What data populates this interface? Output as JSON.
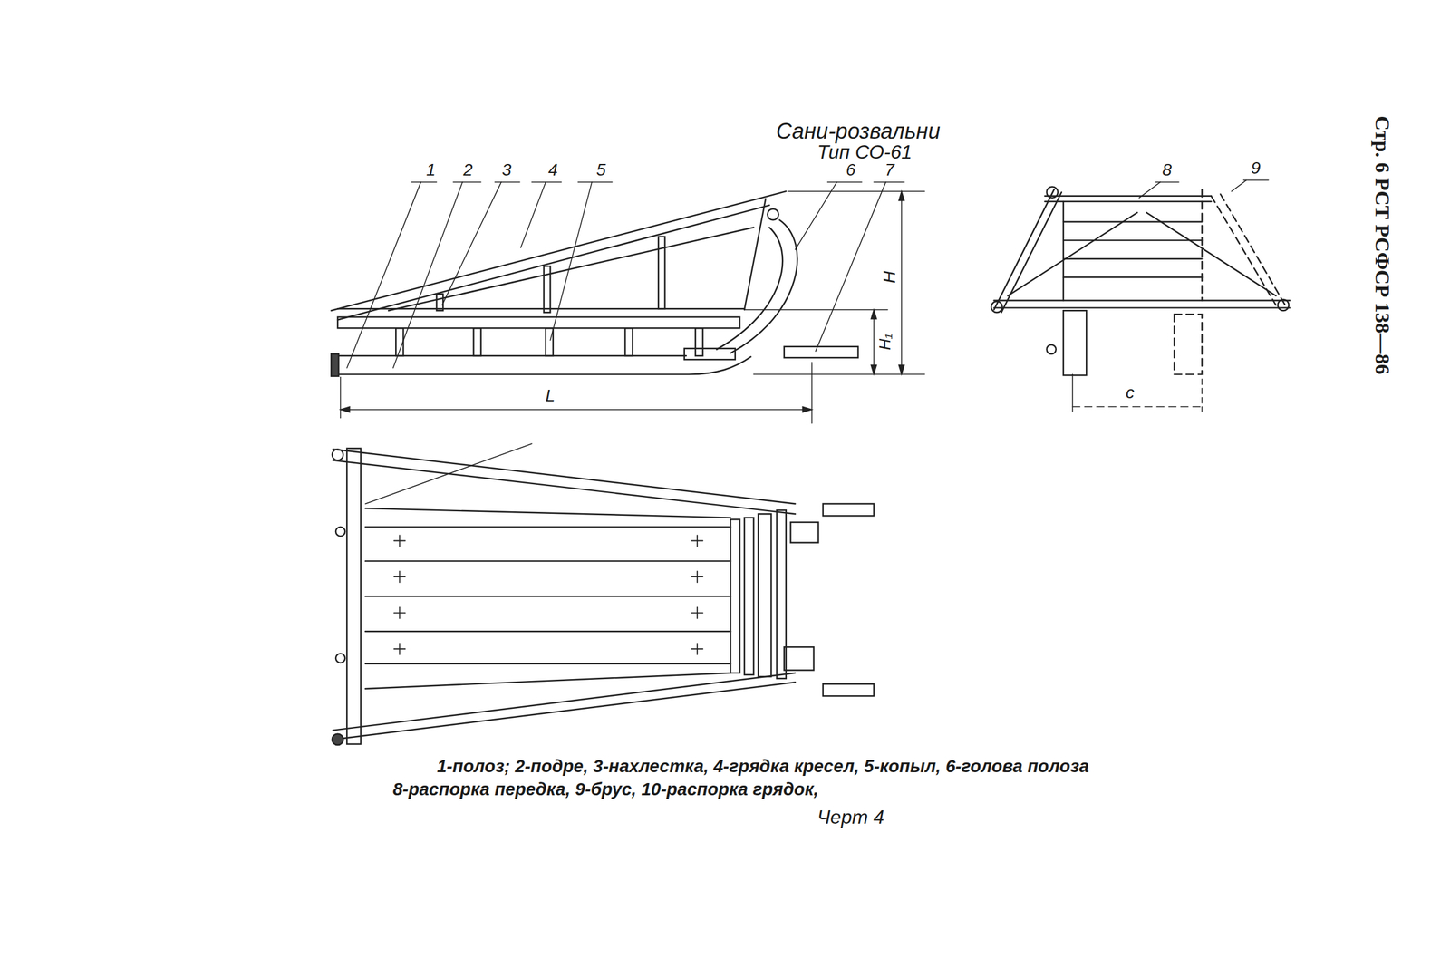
{
  "diagram": {
    "title": "Сани-розвальни",
    "caption": "Черт 4",
    "labels": [
      "Тип СО-61",
      "1",
      "2",
      "3",
      "4",
      "5",
      "6",
      "7",
      "H",
      "H₁",
      "L",
      "8",
      "9",
      "с",
      "1-полоз; 2-подре, 3-нахлестка, 4-грядка кресел, 5-копыл, 6-голова полоза",
      "8-распорка передка, 9-брус, 10-распорка грядок,",
      "Стр. 6 РСТ РСФСР 138—86"
    ]
  }
}
